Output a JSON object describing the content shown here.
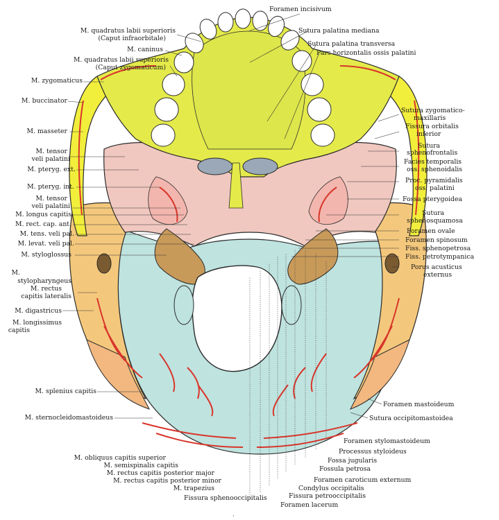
{
  "labels": {
    "foramen_incisivum": "Foramen incisivum",
    "sutura_palatina_mediana": "Sutura palatina mediana",
    "sutura_palatina_transversa": "Sutura palatina transversa",
    "pars_horizontalis": "Pars horizontalis ossis palatini",
    "sutura_zygomaticomax_1": "Sutura zygomatico-",
    "sutura_zygomaticomax_2": "maxillaris",
    "fissura_orbitalis_1": "Fissura orbitalis",
    "fissura_orbitalis_2": "inferior",
    "sutura_sphenofrontalis_1": "Sutura",
    "sutura_sphenofrontalis_2": "sphenofrontalis",
    "facies_temporalis_1": "Facies temporalis",
    "facies_temporalis_2": "oss. sphenoidalis",
    "proc_pyramidalis_1": "Proc. pyramidalis",
    "proc_pyramidalis_2": "oss. palatini",
    "fossa_pterygoidea": "Fossa pterygoidea",
    "sutura_sphenosquamosa_1": "Sutura",
    "sutura_sphenosquamosa_2": "sphenosquamosa",
    "foramen_ovale": "Foramen ovale",
    "foramen_spinosum": "Foramen spinosum",
    "fiss_sphenopetrosa": "Fiss. sphenopetrosa",
    "fiss_petrotympanica": "Fiss. petrotympanica",
    "porus_acusticus_1": "Porus acusticus",
    "porus_acusticus_2": "externus",
    "foramen_mastoideum": "Foramen mastoideum",
    "sutura_occipitomastoidea": "Sutura occipitomastoidea",
    "foramen_stylomastoideum": "Foramen stylomastoideum",
    "processus_styloideus": "Processus styloideus",
    "fossa_jugularis": "Fossa jugularis",
    "fossula_petrosa": "Fossula petrosa",
    "foramen_caroticum": "Foramen caroticum externum",
    "condylus_occipitalis": "Condylus occipitalis",
    "fissura_petrooccipitalis": "Fissura petrooccipitalis",
    "foramen_lacerum": "Foramen lacerum",
    "fissura_sphenooccipitalis": "Fissura sphenooccipitalis",
    "m_quadratus_infraorb_1": "M. quadratus labii superioris",
    "m_quadratus_infraorb_2": "(Caput infraorbitale)",
    "m_caninus": "M. caninus",
    "m_quadratus_zyg_1": "M. quadratus labii superioris",
    "m_quadratus_zyg_2": "(Caput zygomaticum)",
    "m_zygomaticus": "M. zygomaticus",
    "m_buccinator": "M. buccinator",
    "m_masseter": "M. masseter",
    "m_tensor_veli_1a": "M. tensor",
    "m_tensor_veli_1b": "veli palatini",
    "m_pteryg_ext": "M. pteryg. ext.",
    "m_pteryg_int": "M. pteryg. int.",
    "m_tensor_veli_2a": "M. tensor",
    "m_tensor_veli_2b": "veli palatini",
    "m_longus_capitis": "M. longus capitis",
    "m_rect_cap_ant": "M. rect. cap. ant.",
    "m_tens_veli_pal": "M. tens. veli pal.",
    "m_levat_veli_pal": "M. levat. veli pal.",
    "m_styloglossus": "M. styloglossus",
    "m_stylopharyngeus": "M.",
    "m_stylopharyngeus_2": "stylopharyngeus",
    "m_rectus_lat_1": "M. rectus",
    "m_rectus_lat_2": "capitis lateralis",
    "m_digastricus": "M. digastricus",
    "m_longissimus_1": "M. longissimus",
    "m_longissimus_2": "capitis",
    "m_splenius": "M. splenius capitis",
    "m_sternocleido": "M. sternocleidomastoideus",
    "m_obliquus": "M. obliquus capitis superior",
    "m_semispinalis": "M. semispinalis capitis",
    "m_rectus_major": "M. rectus capitis posterior major",
    "m_rectus_minor": "M. rectus capitis posterior minor",
    "m_trapezius": "M. trapezius"
  },
  "colors": {
    "maxilla_yellow": "#e4ea4a",
    "zygomatic_yellow": "#f2ee3c",
    "sphenoid_pink": "#f0c8c0",
    "temporal_orange": "#f4c87c",
    "occipital_blue": "#bfe3df",
    "petrous_brown": "#c89a5a",
    "muscle_red": "#d8352a",
    "outline": "#2a2a2a",
    "teeth": "#ffffff"
  }
}
